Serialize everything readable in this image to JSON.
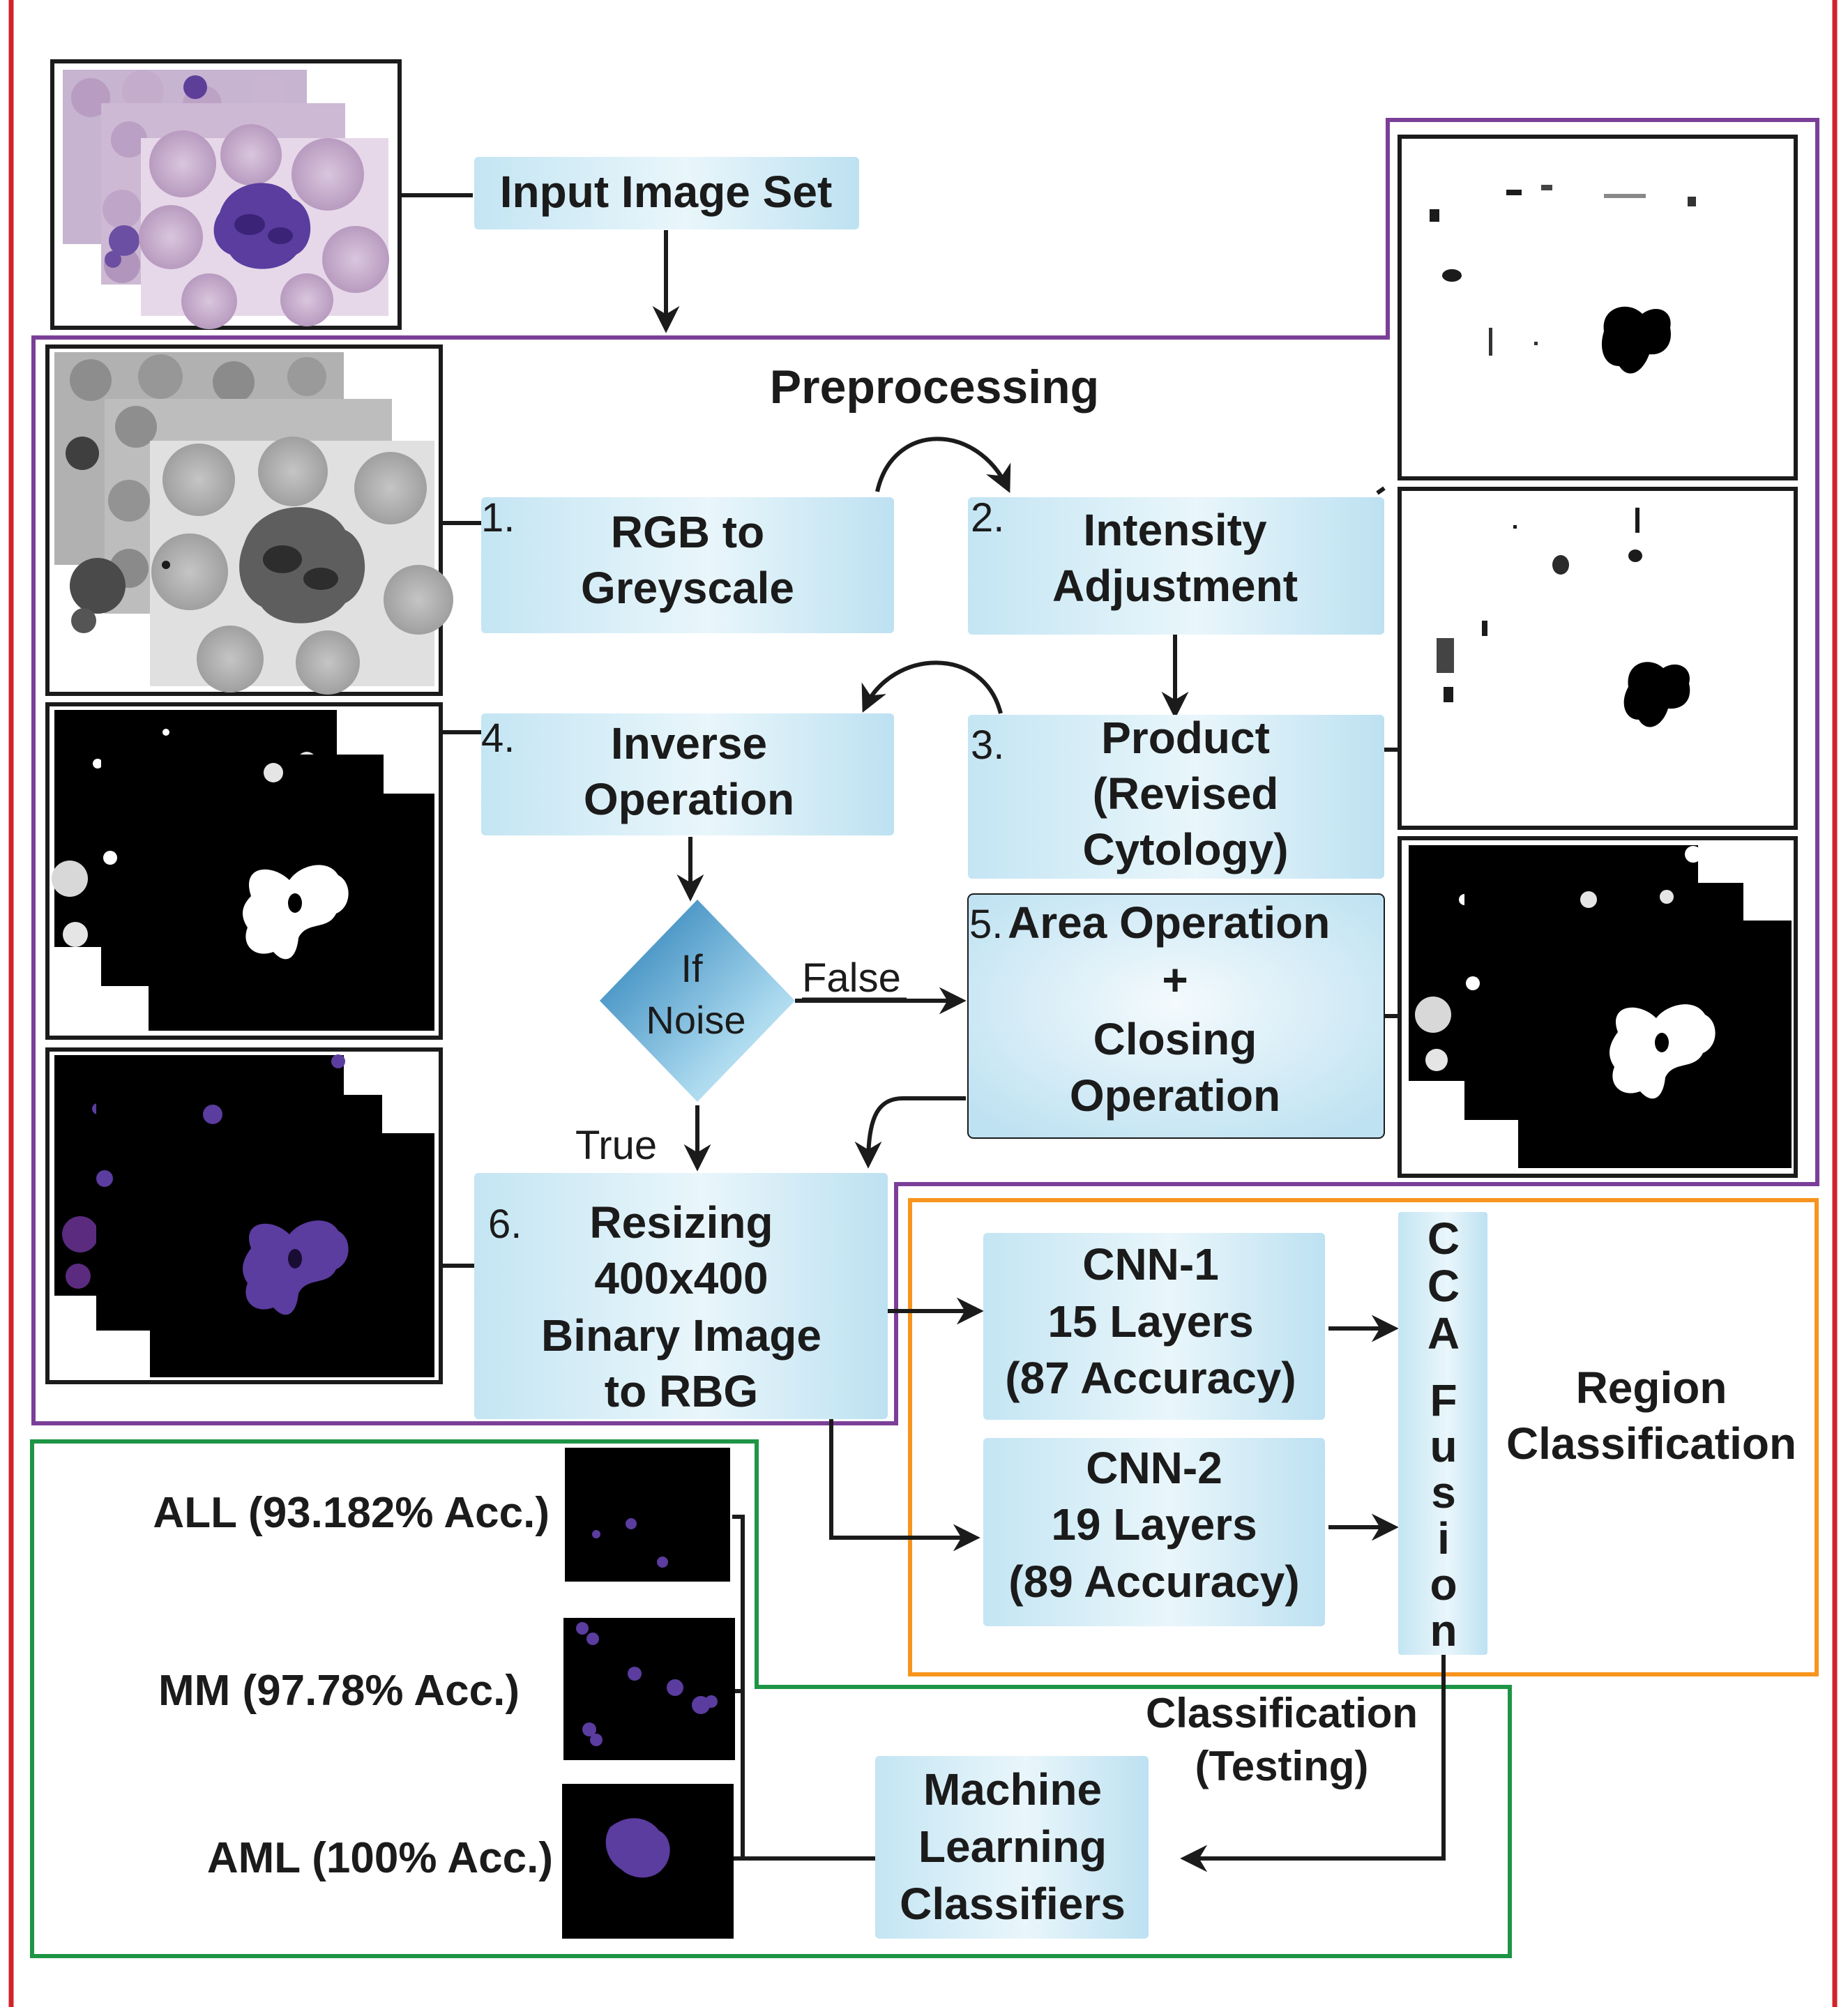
{
  "input": {
    "label": "Input Image Set"
  },
  "preprocessing": {
    "title": "Preprocessing",
    "steps": {
      "s1": {
        "num": "1.",
        "line1": "RGB to",
        "line2": "Greyscale"
      },
      "s2": {
        "num": "2.",
        "line1": "Intensity",
        "line2": "Adjustment"
      },
      "s3": {
        "num": "3.",
        "line1": "Product",
        "line2": "(Revised",
        "line3": "Cytology)"
      },
      "s4": {
        "num": "4.",
        "line1": "Inverse",
        "line2": "Operation"
      },
      "s5": {
        "num": "5.",
        "line1": "Area Operation",
        "line2": "+",
        "line3": "Closing",
        "line4": "Operation"
      },
      "s6": {
        "num": "6.",
        "line1": "Resizing",
        "line2": "400x400",
        "line3": "Binary Image",
        "line4": "to RBG"
      }
    },
    "decision": {
      "line1": "If",
      "line2": "Noise",
      "false_label": "False",
      "true_label": "True"
    }
  },
  "cnn": {
    "cnn1": {
      "line1": "CNN-1",
      "line2": "15 Layers",
      "line3": "(87 Accuracy)"
    },
    "cnn2": {
      "line1": "CNN-2",
      "line2": "19 Layers",
      "line3": "(89 Accuracy)"
    },
    "fusion_letters": [
      "C",
      "C",
      "A",
      "F",
      "u",
      "s",
      "i",
      "o",
      "n"
    ],
    "region_label": {
      "line1": "Region",
      "line2": "Classification"
    }
  },
  "classification": {
    "label": {
      "line1": "Classification",
      "line2": "(Testing)"
    },
    "classifier": {
      "line1": "Machine",
      "line2": "Learning",
      "line3": "Classifiers"
    },
    "results": [
      {
        "label": "ALL (93.182% Acc.)"
      },
      {
        "label": "MM (97.78% Acc.)"
      },
      {
        "label": "AML (100% Acc.)"
      }
    ]
  },
  "colors": {
    "boundary_red": "#d2232a",
    "preprocessing_purple": "#7b3f98",
    "cnn_orange": "#f7941d",
    "classification_green": "#1e9545",
    "box_light": "#c6e6f3",
    "box_white": "#f4fafd",
    "decision_dark": "#1f78b4",
    "cell_purple": "#5b3c9f"
  }
}
